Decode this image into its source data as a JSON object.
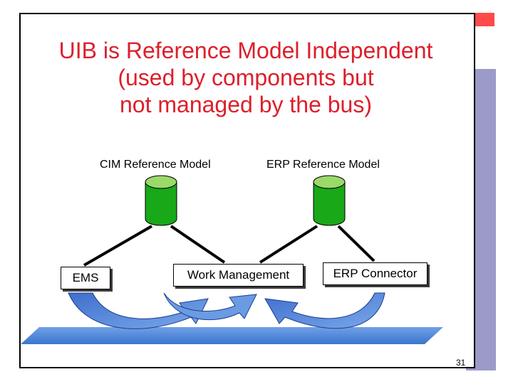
{
  "slide": {
    "title": "UIB is Reference Model Independent\n(used by components but\nnot managed by the bus)",
    "page_number": "31"
  },
  "reference_models": [
    {
      "label": "CIM Reference Model",
      "icon": "database-cylinder-icon"
    },
    {
      "label": "ERP Reference Model",
      "icon": "database-cylinder-icon"
    }
  ],
  "components": [
    {
      "label": "EMS"
    },
    {
      "label": "Work Management"
    },
    {
      "label": "ERP Connector"
    }
  ],
  "colors": {
    "title": "#dd1f2b",
    "top_bar": "#ff4a4a",
    "side_bar": "#9b9ac9",
    "database": "#18a818",
    "database_top": "#9ad96a",
    "arrows": "#4d80d9",
    "bus_band": "#5b93dd"
  }
}
